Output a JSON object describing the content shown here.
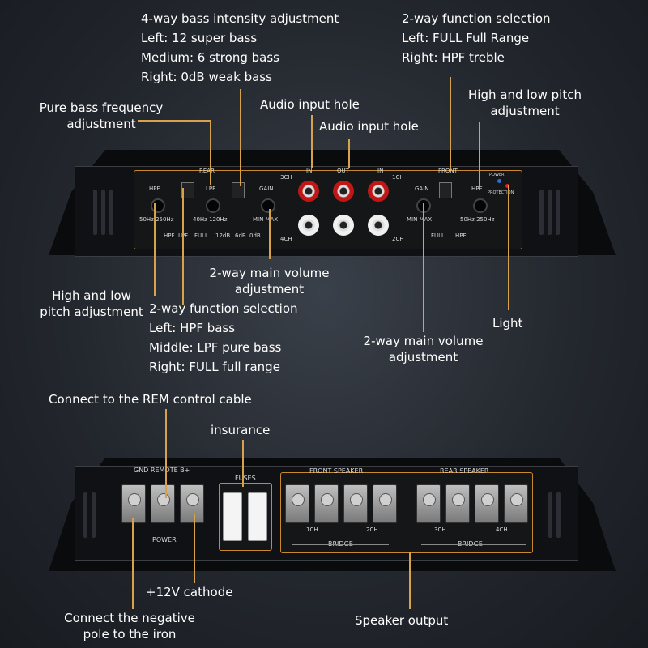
{
  "callouts": {
    "bass_intensity": [
      "4-way bass intensity adjustment",
      "Left: 12 super bass",
      "Medium: 6 strong bass",
      "Right: 0dB weak bass"
    ],
    "function_right": [
      "2-way function selection",
      "Left: FULL Full Range",
      "Right: HPF treble"
    ],
    "pure_bass": [
      "Pure bass frequency",
      "adjustment"
    ],
    "audio_input_1": "Audio input hole",
    "audio_input_2": "Audio input hole",
    "high_low_right": [
      "High and low pitch",
      "adjustment"
    ],
    "main_volume_left": [
      "2-way main volume",
      "adjustment"
    ],
    "high_low_left": [
      "High and low",
      "pitch adjustment"
    ],
    "function_left": [
      "2-way function selection",
      "Left: HPF bass",
      "Middle: LPF pure bass",
      "Right: FULL full range"
    ],
    "light": "Light",
    "main_volume_right": [
      "2-way main volume",
      "adjustment"
    ],
    "rem": "Connect to the REM control cable",
    "insurance": "insurance",
    "cathode": "+12V cathode",
    "negative": [
      "Connect the negative",
      "pole to the iron"
    ],
    "speaker_output": "Speaker output"
  },
  "panel_top": {
    "rear": "REAR",
    "front": "FRONT",
    "ch3": "3CH",
    "in_left": "IN",
    "out": "OUT",
    "in_right": "IN",
    "ch1": "1CH",
    "ch4": "4CH",
    "ch2": "2CH",
    "hpf_l": "HPF",
    "hpf_l_range": "50Hz  250Hz",
    "hpf_l_sw": "HPF",
    "lpf_sw": "LPF",
    "full_sw": "FULL",
    "lpf": "LPF",
    "lpf_range": "40Hz  120Hz",
    "bass_12": "12dB",
    "bass_6": "6dB",
    "bass_0": "0dB",
    "gain_l": "GAIN",
    "gain_l_range": "MIN  MAX",
    "gain_r": "GAIN",
    "gain_r_range": "MIN  MAX",
    "full_r": "FULL",
    "hpf_r_sw": "HPF",
    "hpf_r": "HPF",
    "hpf_r_range": "50Hz  250Hz",
    "power": "POWER",
    "protection": "PROTECTION"
  },
  "panel_bottom": {
    "terminals": "GND  REMOTE  B+",
    "power": "POWER",
    "fuses": "FUSES",
    "front_speaker": "FRONT SPEAKER",
    "rear_speaker": "REAR SPEAKER",
    "bridge_1": "BRIDGE",
    "bridge_2": "BRIDGE",
    "ch1": "1CH",
    "ch2": "2CH",
    "ch3": "3CH",
    "ch4": "4CH"
  },
  "colors": {
    "accent": "#d8a24a",
    "rca_red": "#c01616"
  }
}
